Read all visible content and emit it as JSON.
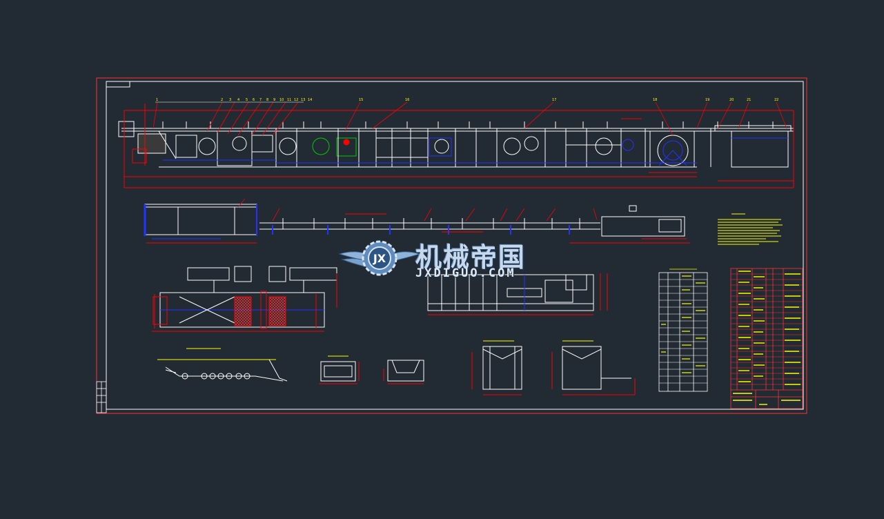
{
  "drawing": {
    "colors": {
      "background": "#222a33",
      "white": "#ffffff",
      "red": "#ff0000",
      "blue": "#2233ff",
      "yellow": "#ffff00",
      "green": "#00cc00",
      "cyan": "#00cccc"
    },
    "balloon_numbers": [
      "1",
      "2",
      "3",
      "4",
      "5",
      "6",
      "7",
      "8",
      "9",
      "10",
      "11",
      "12",
      "13",
      "14",
      "15",
      "16",
      "17",
      "18",
      "19",
      "20",
      "21",
      "22"
    ],
    "watermark": {
      "text_cn": "机械帝国",
      "text_en": "JXDIGUO.COM",
      "logo_letters": "JX",
      "icon": "gear-wings-logo-icon"
    }
  }
}
